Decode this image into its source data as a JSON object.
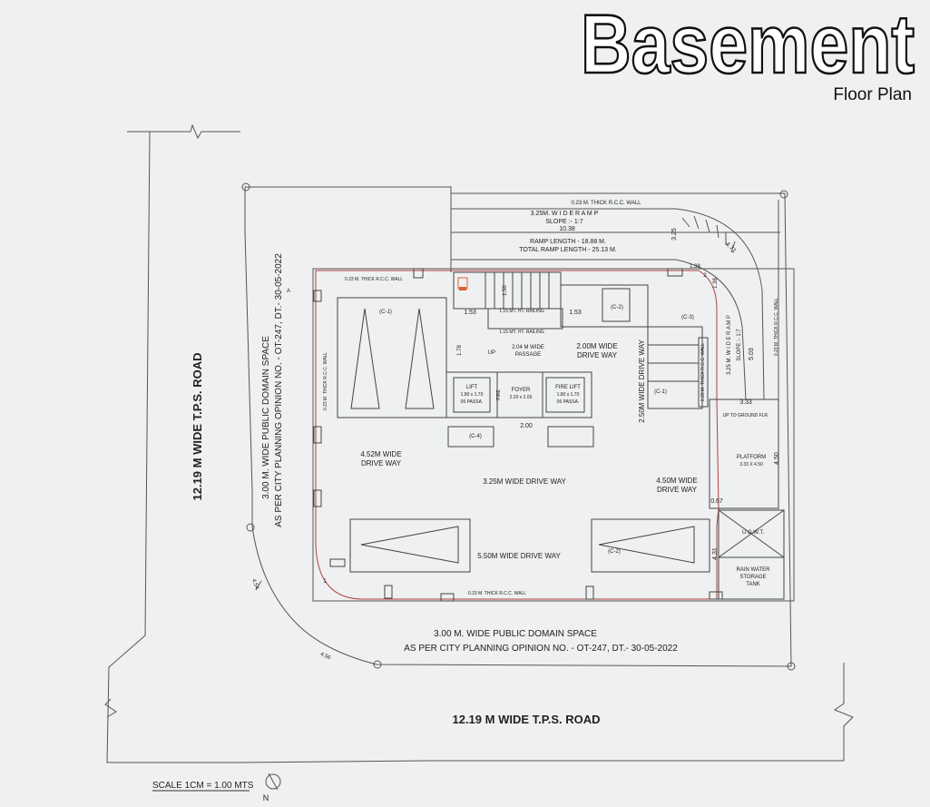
{
  "header": {
    "title": "Basement",
    "subtitle": "Floor Plan"
  },
  "roads": {
    "left_road": "12.19 M  WIDE  T.P.S.  ROAD",
    "bottom_road": "12.19 M  WIDE  T.P.S.  ROAD"
  },
  "domain_space": {
    "left_line1": "3.00 M.  WIDE  PUBLIC DOMAIN SPACE",
    "left_line2": "AS PER CITY PLANNING OPINION NO. - OT-247, DT.- 30-05-2022",
    "bottom_line1": "3.00 M.  WIDE  PUBLIC DOMAIN SPACE",
    "bottom_line2": "AS PER CITY PLANNING OPINION NO. - OT-247, DT.- 30-05-2022"
  },
  "ramp": {
    "wall_note": "0.23 M. THICK R.C.C. WALL",
    "ramp_title": "3.25M.  W I D E   R A M P",
    "ramp_slope": "SLOPE :- 1:7",
    "ramp_dim": "10.38",
    "ramp_length": "RAMP LENGTH - 18.88 M.",
    "total_length": "TOTAL RAMP LENGTH - 25.13 M.",
    "side_ramp_title": "3.25 M.  W I D E  R A M P",
    "side_ramp_slope": "SLOPE :- 1:7"
  },
  "walls": {
    "top_wall": "0.23 M. THICK R.C.C. WALL",
    "left_wall": "0.23 M. THICK R.C.C. WALL",
    "bottom_wall": "0.23 M. THICK R.C.C. WALL",
    "right_wall": "0.23 M. THICK R.C.C. WALL",
    "inner_wall": "0.23 M. THICK R.C.C. WALL"
  },
  "core": {
    "railing1": "1.15 MT. HT. RAILING",
    "railing2": "1.15 MT. HT. RAILING",
    "passage": "2.04 M WIDE",
    "passage2": "PASSAGE",
    "up": "UP",
    "lift": "LIFT",
    "lift_size": "1.80 x 1.70",
    "lift_cap": "06 PASSA.",
    "foyer": "FOYER",
    "foyer_size": "2.20 x 2.05",
    "fire_lift": "FIRE LIFT",
    "fire_lift_size": "1.80 x 1.70",
    "fire_lift_cap": "06 PASSA.",
    "fire_tag": "FIRE",
    "stair_dim": "1.50",
    "dim_153a": "1.53",
    "dim_153b": "1.53",
    "dim_178": "1.78",
    "dim_200": "2.00"
  },
  "drive": {
    "d452a": "4.52M WIDE",
    "d452b": "DRIVE WAY",
    "d325": "3.25M WIDE DRIVE WAY",
    "d200a": "2.00M WIDE",
    "d200b": "DRIVE WAY",
    "d250": "2.50M WIDE DRIVE WAY",
    "d450a": "4.50M WIDE",
    "d450b": "DRIVE WAY",
    "d550": "5.50M WIDE DRIVE WAY"
  },
  "parking": {
    "c1a": "(C-1)",
    "c1b": "(C-1)",
    "c2a": "(C-2)",
    "c2b": "(C-2)",
    "c3": "(C-3)",
    "c4": "(C-4)"
  },
  "platform": {
    "up_to_ground": "UP TO GROUND FLR.",
    "label": "PLATFORM",
    "size": "3.33 X 4.50",
    "dim_333": "3.33",
    "dim_450": "4.50"
  },
  "tanks": {
    "ugwt": "U.G.W.T.",
    "rain1": "RAIN WATER",
    "rain2": "STORAGE",
    "rain3": "TANK"
  },
  "dims": {
    "d325": "3.25",
    "d471": "4.71",
    "d138a": "1.38",
    "d138b": "1.38",
    "d503": "5.03",
    "d067": "0.67",
    "d431": "4.31",
    "d454": "4.54",
    "d456": "4.56",
    "marker1": "1",
    "marker2": "2",
    "marker_a": "A"
  },
  "scale": {
    "label": "SCALE 1CM = 1.00 MTS",
    "north": "N"
  }
}
